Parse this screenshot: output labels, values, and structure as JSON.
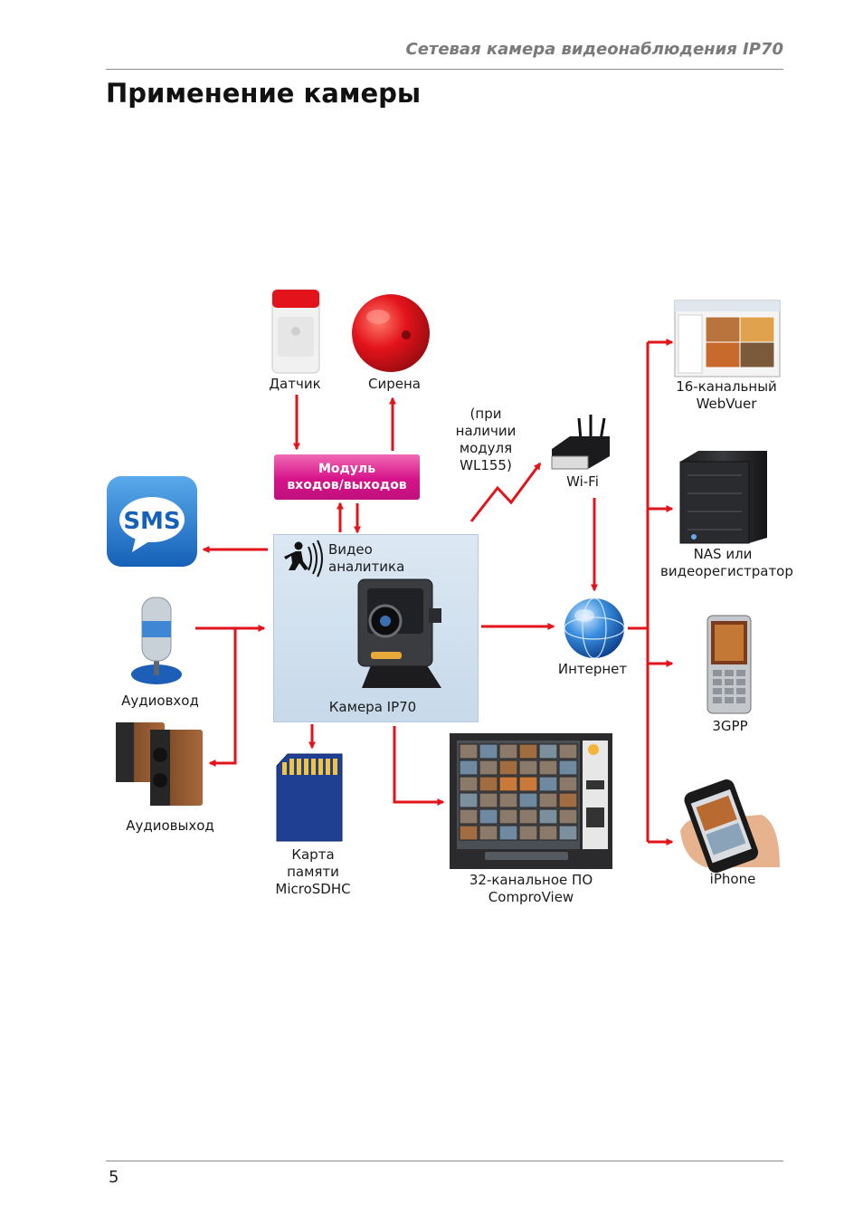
{
  "header": {
    "running_title": "Сетевая камера видеонаблюдения IP70",
    "title": "Применение камеры"
  },
  "footer": {
    "page_number": "5"
  },
  "diagram": {
    "sensor": "Датчик",
    "siren": "Сирена",
    "io_module": {
      "line1": "Модуль",
      "line2": "входов/выходов"
    },
    "wifi_note": [
      "(при",
      "наличии",
      "модуля",
      "WL155)"
    ],
    "wifi": "Wi-Fi",
    "sms_icon_text": "SMS",
    "analytics": {
      "line1": "Видео",
      "line2": "аналитика"
    },
    "camera": "Камера IP70",
    "internet": "Интернет",
    "audio_in": "Аудиовход",
    "audio_out": "Аудиовыход",
    "sd_card": [
      "Карта",
      "памяти",
      "MicroSDHC"
    ],
    "compro_view": [
      "32-канальное ПО",
      "ComproView"
    ],
    "webviewer": [
      "16-канальный",
      "WebVuer"
    ],
    "nas": [
      "NAS или",
      "видеорегистратор"
    ],
    "gpp": "3GPP",
    "iphone": "iPhone",
    "colors": {
      "arrow": "#e3131b",
      "module": "#d6138a",
      "camera_box": "#cfdeec"
    }
  }
}
